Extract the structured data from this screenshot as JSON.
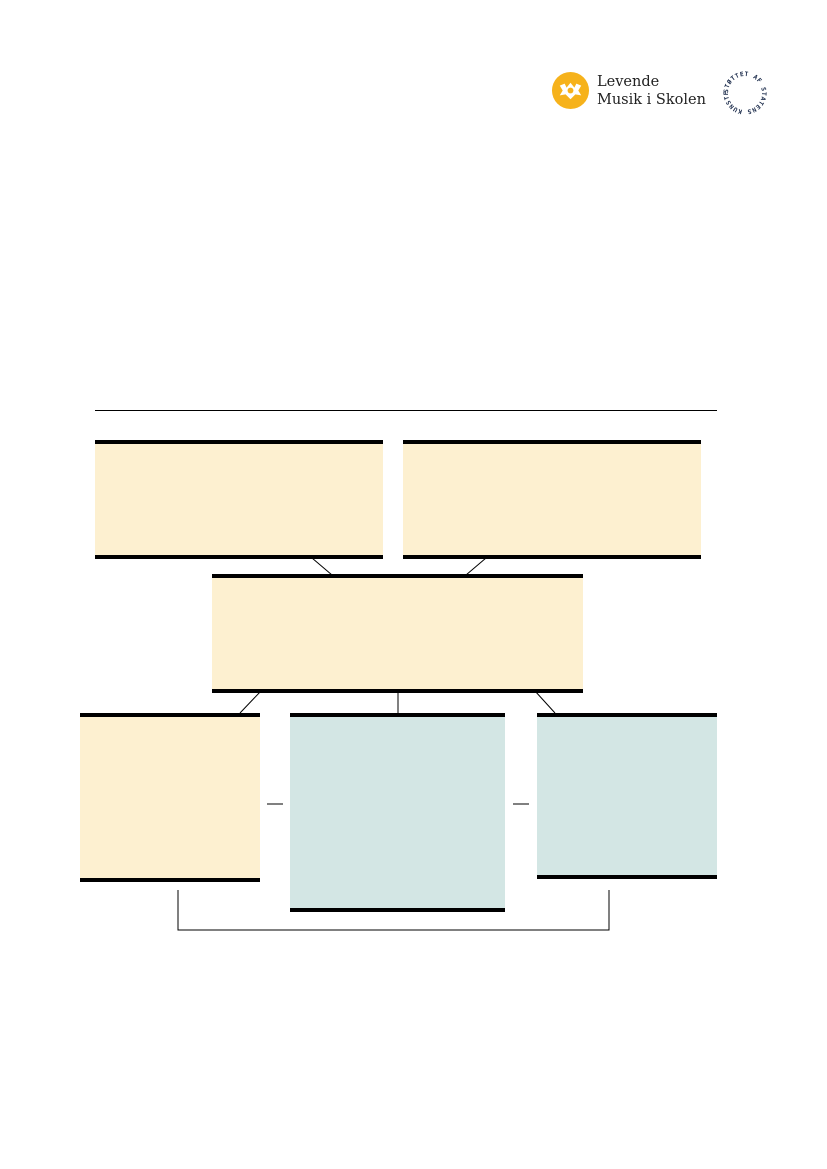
{
  "header": {
    "logo_line1": "Levende",
    "logo_line2": "Musik i Skolen",
    "seal_text": "STØTTET AF STATENS KUNSTFOND"
  },
  "colors": {
    "logo_accent": "#f6b21b",
    "box_cream": "#fdf0d0",
    "box_teal": "#d3e6e4",
    "border": "#000000"
  },
  "icons": {
    "logo": "levende-musik-logo-icon",
    "seal": "statens-kunstfond-seal-icon"
  }
}
